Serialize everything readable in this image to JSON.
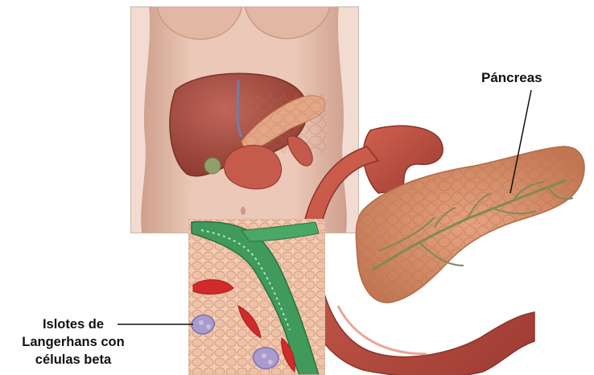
{
  "labels": {
    "pancreas": "Páncreas",
    "islets_line1": "Islotes de",
    "islets_line2": "Langerhans con",
    "islets_line3": "células beta"
  },
  "colors": {
    "skin": "#e8c3b1",
    "liver": "#a0453a",
    "duodenum": "#b8463e",
    "pancreas": "#d9906c",
    "duct": "#7f8a55",
    "vessel_green": "#3f9a5c",
    "blood": "#d02a2a",
    "islet": "#9e92c4"
  }
}
